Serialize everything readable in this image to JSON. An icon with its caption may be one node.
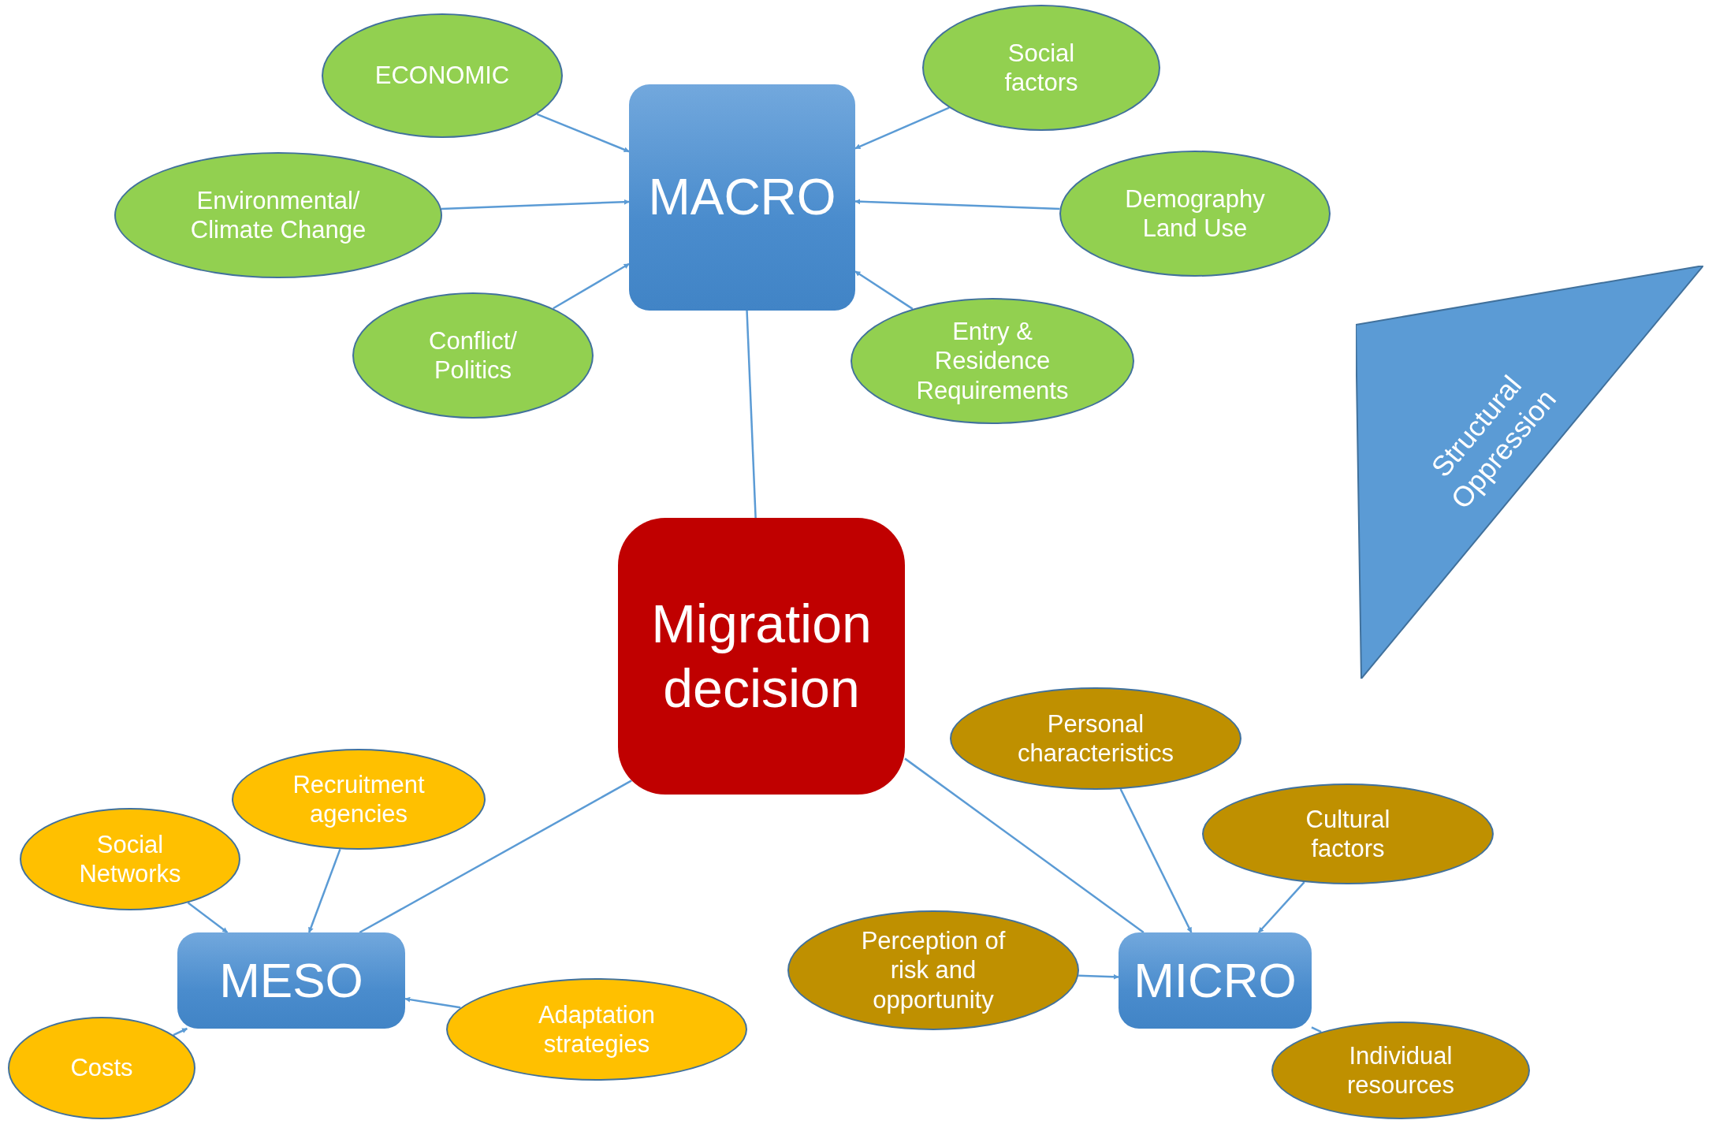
{
  "diagram": {
    "nodes": [
      {
        "text": [
          "ECONOMIC"
        ]
      },
      {
        "text": [
          "MACRO"
        ]
      },
      {
        "text": [
          "Social factors"
        ]
      },
      {
        "text": [
          "Environmental/ Climate Change"
        ]
      },
      {
        "text": [
          "Demography Land Use"
        ]
      },
      {
        "text": [
          "Conflict/ Politics"
        ]
      },
      {
        "text": [
          "Entry & Residence Requirements"
        ]
      },
      {
        "text": [
          "Structural Oppression"
        ]
      },
      {
        "text": [
          "Migration decision"
        ]
      },
      {
        "text": [
          "Personal characteristics"
        ]
      },
      {
        "text": [
          "Recruitment agencies"
        ]
      },
      {
        "text": [
          "Cultural factors"
        ]
      },
      {
        "text": [
          "Social Networks"
        ]
      },
      {
        "text": [
          "MESO"
        ]
      },
      {
        "text": [
          "Perception of risk and opportunity"
        ]
      },
      {
        "text": [
          "MICRO"
        ]
      },
      {
        "text": [
          "Adaptation strategies"
        ]
      },
      {
        "text": [
          "Costs"
        ]
      },
      {
        "text": [
          "Individual resources"
        ]
      }
    ],
    "edges": [
      {
        "from": 0,
        "to": 1,
        "arrow": "to"
      },
      {
        "from": 2,
        "to": 1,
        "arrow": "to"
      },
      {
        "from": 3,
        "to": 1,
        "arrow": "to"
      },
      {
        "from": 4,
        "to": 1,
        "arrow": "to"
      },
      {
        "from": 5,
        "to": 1,
        "arrow": "to"
      },
      {
        "from": 6,
        "to": 1,
        "arrow": "to"
      },
      {
        "from": 1,
        "to": 8,
        "arrow": "none"
      },
      {
        "from": 8,
        "to": 13,
        "arrow": "none"
      },
      {
        "from": 8,
        "to": 15,
        "arrow": "none"
      },
      {
        "from": 12,
        "to": 13,
        "arrow": "to"
      },
      {
        "from": 10,
        "to": 13,
        "arrow": "to"
      },
      {
        "from": 17,
        "to": 13,
        "arrow": "to"
      },
      {
        "from": 16,
        "to": 13,
        "arrow": "to"
      },
      {
        "from": 9,
        "to": 15,
        "arrow": "to"
      },
      {
        "from": 11,
        "to": 15,
        "arrow": "to"
      },
      {
        "from": 14,
        "to": 15,
        "arrow": "to"
      },
      {
        "from": 15,
        "to": 18,
        "arrow": "none"
      }
    ]
  }
}
